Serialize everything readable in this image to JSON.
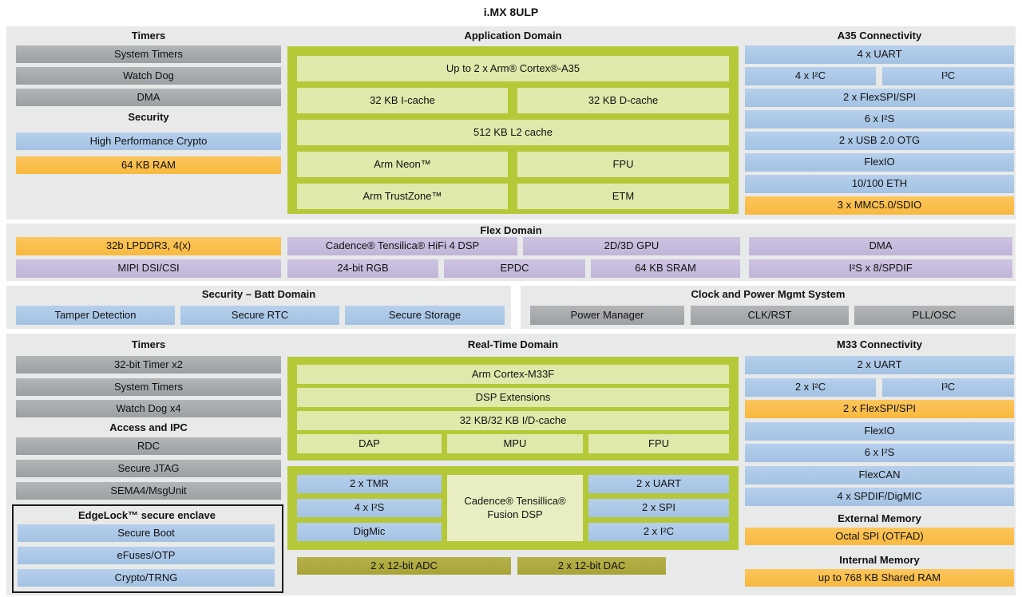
{
  "title": "i.MX 8ULP",
  "colors": {
    "panel_gray": "#e8e9e9",
    "box_gray": "#a7a9ab",
    "box_blue": "#a9c6e8",
    "box_orange": "#fabf4d",
    "box_purple": "#c7bddd",
    "box_olive": "#b0ac41",
    "container_lime": "#b5c938",
    "box_light_green": "#dfe9ab",
    "box_fusion": "#e8eec1"
  },
  "app": {
    "timers": {
      "header": "Timers",
      "items": [
        "System Timers",
        "Watch Dog",
        "DMA"
      ]
    },
    "security": {
      "header": "Security",
      "items": [
        "High Performance Crypto",
        "64 KB RAM"
      ]
    },
    "domain": {
      "header": "Application Domain",
      "cpu": "Up to 2 x Arm® Cortex®-A35",
      "icache": "32 KB I-cache",
      "dcache": "32 KB D-cache",
      "l2": "512 KB L2 cache",
      "neon": "Arm Neon™",
      "fpu": "FPU",
      "trustzone": "Arm TrustZone™",
      "etm": "ETM"
    },
    "conn": {
      "header": "A35 Connectivity",
      "uart": "4 x UART",
      "i2c": "4 x I²C",
      "i3c": "I³C",
      "flexspi": "2 x FlexSPI/SPI",
      "i2s": "6 x I²S",
      "usb": "2 x USB 2.0 OTG",
      "flexio": "FlexIO",
      "eth": "10/100 ETH",
      "mmc": "3 x MMC5.0/SDIO"
    }
  },
  "flex_domain": {
    "header": "Flex Domain",
    "lpddr": "32b LPDDR3, 4(x)",
    "hifi": "Cadence® Tensilica® HiFi 4 DSP",
    "gpu": "2D/3D GPU",
    "dma": "DMA",
    "mipi": "MIPI DSI/CSI",
    "rgb": "24-bit RGB",
    "epdc": "EPDC",
    "sram": "64 KB SRAM",
    "spdif": "I²S x 8/SPDIF"
  },
  "batt": {
    "header": "Security – Batt Domain",
    "items": [
      "Tamper Detection",
      "Secure RTC",
      "Secure Storage"
    ]
  },
  "clock": {
    "header": "Clock and Power Mgmt System",
    "items": [
      "Power Manager",
      "CLK/RST",
      "PLL/OSC"
    ]
  },
  "rt": {
    "timers": {
      "header": "Timers",
      "items": [
        "32-bit Timer x2",
        "System Timers",
        "Watch Dog x4"
      ]
    },
    "access": {
      "header": "Access and IPC",
      "items": [
        "RDC",
        "Secure JTAG",
        "SEMA4/MsgUnit"
      ]
    },
    "edgelock": {
      "header": "EdgeLock™ secure enclave",
      "items": [
        "Secure Boot",
        "eFuses/OTP",
        "Crypto/TRNG"
      ]
    },
    "domain": {
      "header": "Real-Time Domain",
      "cpu": "Arm Cortex-M33F",
      "dsp_ext": "DSP Extensions",
      "cache": "32 KB/32 KB I/D-cache",
      "dap": "DAP",
      "mpu": "MPU",
      "fpu": "FPU",
      "tmr": "2 x TMR",
      "i2s": "4 x I²S",
      "digmic": "DigMic",
      "fusion_line1": "Cadence® Tensillica®",
      "fusion_line2": "Fusion DSP",
      "uart": "2 x UART",
      "spi": "2 x SPI",
      "i2c": "2 x I²C",
      "adc": "2 x 12-bit ADC",
      "dac": "2 x 12-bit DAC"
    },
    "conn": {
      "header": "M33 Connectivity",
      "uart": "2 x UART",
      "i2c": "2 x I²C",
      "i3c": "I³C",
      "flexspi": "2 x FlexSPI/SPI",
      "flexio": "FlexIO",
      "i2s": "6 x I²S",
      "flexcan": "FlexCAN",
      "spdif": "4 x SPDIF/DigMIC"
    },
    "ext_mem": {
      "header": "External Memory",
      "item": "Octal SPI (OTFAD)"
    },
    "int_mem": {
      "header": "Internal Memory",
      "item": "up to 768 KB Shared RAM"
    }
  }
}
